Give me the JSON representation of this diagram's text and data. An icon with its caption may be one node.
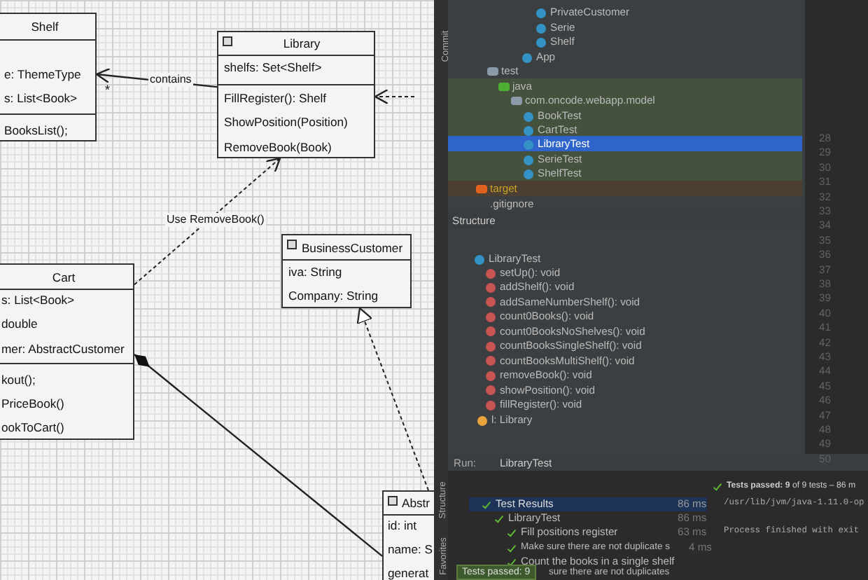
{
  "diagram": {
    "nodes": [
      {
        "text": [
          "Shelf",
          "e: ThemeType",
          "s: List<Book>",
          "BooksList();"
        ]
      },
      {
        "text": [
          "Library",
          "shelfs: Set<Shelf>",
          "FillRegister(): Shelf",
          "ShowPosition(Position)",
          "RemoveBook(Book)"
        ]
      },
      {
        "text": [
          "BusinessCustomer",
          "iva: String",
          "Company: String"
        ]
      },
      {
        "text": [
          "Cart",
          "s: List<Book>",
          "double",
          "mer: AbstractCustomer",
          "kout();",
          "PriceBook()",
          "ookToCart()"
        ]
      },
      {
        "text": [
          "Abstr",
          "id: int",
          "name: S",
          "generat"
        ]
      }
    ],
    "edges": [
      {
        "from": 1,
        "to": 0,
        "arrow": "to",
        "label": "contains"
      },
      {
        "from": 3,
        "to": 1,
        "arrow": "to",
        "label": "Use RemoveBook()",
        "style": "dashed"
      },
      {
        "from": 4,
        "to": 2,
        "arrow": "to",
        "style": "dashed"
      },
      {
        "from": 3,
        "to": 4,
        "arrow": "other"
      },
      {
        "from": null,
        "to": 1,
        "arrow": "to",
        "style": "dashed"
      }
    ],
    "labels": [
      "*",
      "Commit",
      "PrivateCustomer",
      "Serie",
      "Shelf",
      "App",
      "test",
      "java",
      "com.oncode.webapp.model",
      "BookTest",
      "CartTest",
      "LibraryTest",
      "SerieTest",
      "ShelfTest",
      "target",
      ".gitignore",
      "28",
      "29",
      "30",
      "31",
      "32",
      "33",
      "34",
      "35",
      "36",
      "37",
      "38",
      "39",
      "40",
      "41",
      "42",
      "43",
      "44",
      "45",
      "46",
      "47",
      "48",
      "49",
      "50",
      "Structure",
      "LibraryTest",
      "setUp(): void",
      "addShelf(): void",
      "addSameNumberShelf(): void",
      "count0Books(): void",
      "count0BooksNoShelves(): void",
      "countBooksSingleShelf(): void",
      "countBooksMultiShelf(): void",
      "removeBook(): void",
      "showPosition(): void",
      "fillRegister(): void",
      "l: Library",
      "Run:",
      "LibraryTest",
      "Test Results",
      "86 ms",
      "LibraryTest",
      "86 ms",
      "Fill positions register",
      "63 ms",
      "Make sure there are not duplicate s",
      "4 ms",
      "Count the books in a single shelf",
      "Tests passed: 9",
      "sure there are not duplicates",
      "**Tests passed: 9** of 9 tests – 86 m",
      "/usr/lib/jvm/java-1.11.0-op",
      "Process finished with exit",
      "Structure",
      "Favorites"
    ]
  }
}
